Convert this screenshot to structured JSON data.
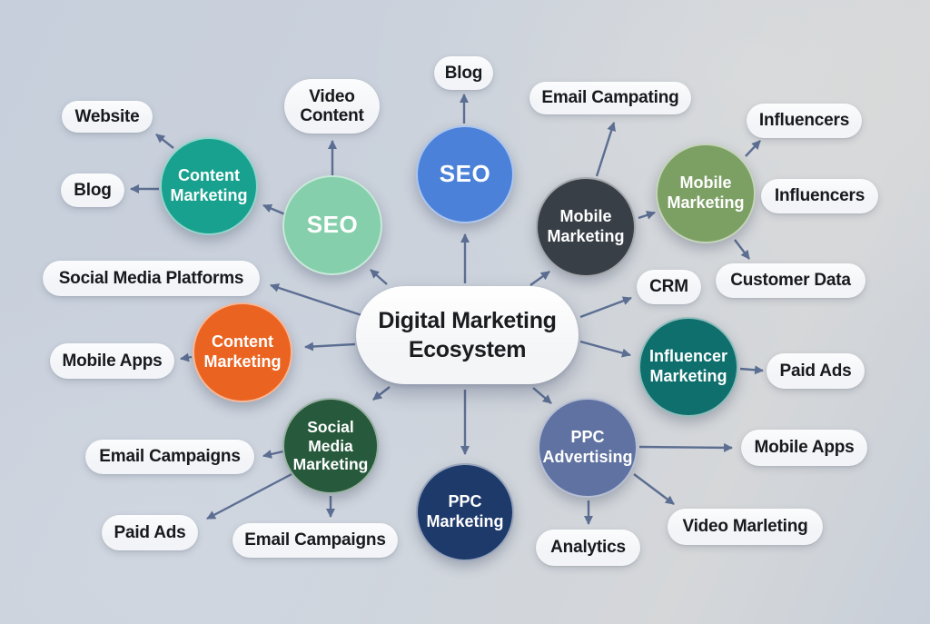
{
  "center": {
    "label": "Digital Marketing\nEcosystem"
  },
  "colors": {
    "arrow": "#5c6e92",
    "background_left": "#c7cfdc",
    "background_mid": "#cbd2dc",
    "background_right": "#d5d7d9",
    "pill_bg": "#f2f4f7",
    "pill_text": "#17191d",
    "node_text": "#ffffff",
    "center_bg": "#f4f5f7",
    "center_text": "#1a1c20"
  },
  "nodes": {
    "content_marketing_teal": {
      "label": "Content\nMarketing",
      "color": "#17a18e"
    },
    "seo_mint": {
      "label": "SEO",
      "color": "#85cfac"
    },
    "seo_blue": {
      "label": "SEO",
      "color": "#4b81d8"
    },
    "mobile_marketing_dark": {
      "label": "Mobile\nMarketing",
      "color": "#393f47"
    },
    "mobile_marketing_green": {
      "label": "Mobile\nMarketing",
      "color": "#7c9f64"
    },
    "influencer_marketing": {
      "label": "Influencer\nMarketing",
      "color": "#0e6f6d"
    },
    "content_marketing_orange": {
      "label": "Content\nMarketing",
      "color": "#ea6321"
    },
    "social_media_marketing": {
      "label": "Social\nMedia\nMarketing",
      "color": "#27593c"
    },
    "ppc_marketing": {
      "label": "PPC\nMarketing",
      "color": "#1d3a6b"
    },
    "ppc_advertising": {
      "label": "PPC\nAdvertising",
      "color": "#5f72a1"
    }
  },
  "leaves": {
    "website": {
      "label": "Website"
    },
    "blog_left": {
      "label": "Blog"
    },
    "video_content": {
      "label": "Video\nContent"
    },
    "blog_top": {
      "label": "Blog"
    },
    "email_campating": {
      "label": "Email Campating"
    },
    "influencers_top": {
      "label": "Influencers"
    },
    "influencers_mid": {
      "label": "Influencers"
    },
    "customer_data": {
      "label": "Customer Data"
    },
    "crm": {
      "label": "CRM"
    },
    "social_media_platforms": {
      "label": "Social Media Platforms"
    },
    "mobile_apps_left": {
      "label": "Mobile Apps"
    },
    "email_campaigns_left": {
      "label": "Email Campaigns"
    },
    "paid_ads_left": {
      "label": "Paid Ads"
    },
    "email_campaigns_bottom": {
      "label": "Email Campaigns"
    },
    "paid_ads_right": {
      "label": "Paid Ads"
    },
    "mobile_apps_right": {
      "label": "Mobile Apps"
    },
    "video_marleting": {
      "label": "Video Marleting"
    },
    "analytics": {
      "label": "Analytics"
    }
  }
}
